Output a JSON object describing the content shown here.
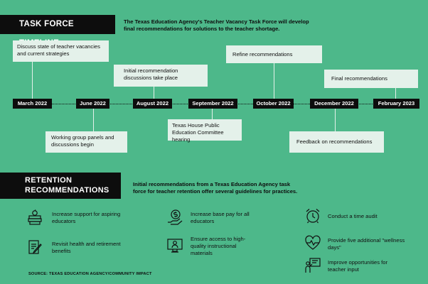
{
  "timeline_section": {
    "title": "TASK FORCE TIMELINE",
    "intro": "The Texas Education Agency's Teacher Vacancy Task Force will develop final recommendations for solutions to the teacher shortage."
  },
  "timeline": {
    "dates": [
      "March 2022",
      "June 2022",
      "August 2022",
      "September 2022",
      "October 2022",
      "December 2022",
      "February 2023"
    ],
    "events": [
      {
        "label": "Discuss state of teacher vacancies and current strategies",
        "date": "March 2022",
        "position": "above"
      },
      {
        "label": "Working group panels and discussions begin",
        "date": "June 2022",
        "position": "below"
      },
      {
        "label": "Initial recommendation discussions take place",
        "date": "August 2022",
        "position": "above"
      },
      {
        "label": "Texas House Public Education Committee hearing",
        "date": "September 2022",
        "position": "below"
      },
      {
        "label": "Refine recommendations",
        "date": "October 2022",
        "position": "above"
      },
      {
        "label": "Feedback on recommendations",
        "date": "December 2022",
        "position": "below"
      },
      {
        "label": "Final recommendations",
        "date": "February 2023",
        "position": "above"
      }
    ]
  },
  "retention_section": {
    "title_line1": "RETENTION",
    "title_line2": "RECOMMENDATIONS",
    "intro": "Initial recommendations from a Texas Education Agency task force for teacher retention offer several guidelines for practices."
  },
  "recommendations": [
    {
      "text": "Increase support for aspiring educators",
      "icon": "apple-books-icon"
    },
    {
      "text": "Revisit health and retirement benefits",
      "icon": "document-pen-icon"
    },
    {
      "text": "Increase base pay for all educators",
      "icon": "money-hand-icon"
    },
    {
      "text": "Ensure access to high-quality instructional materials",
      "icon": "computer-teacher-icon"
    },
    {
      "text": "Conduct a time audit",
      "icon": "alarm-clock-icon"
    },
    {
      "text": "Provide five additional \"wellness days\"",
      "icon": "heart-pulse-icon"
    },
    {
      "text": "Improve opportunities for teacher input",
      "icon": "presenter-board-icon"
    }
  ],
  "source": "SOURCE: TEXAS EDUCATION AGENCY/COMMUNITY IMPACT",
  "colors": {
    "background": "#4db88a",
    "dark": "#0d0d0d",
    "box": "#e4f1ea"
  }
}
